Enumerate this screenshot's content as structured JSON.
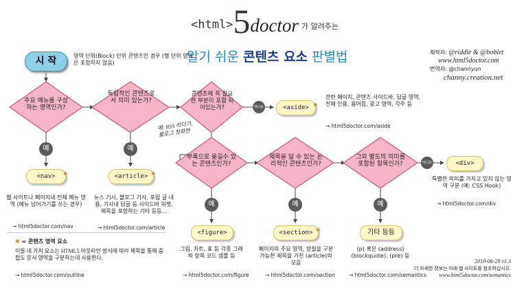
{
  "header": {
    "logo_html": "<html>",
    "logo_five": "5",
    "logo_doctor": "doctor",
    "logo_suffix": "가 알려주는",
    "title_plain": "알기 쉬운",
    "title_bold": "콘텐츠 요소",
    "title_end": "판별법"
  },
  "credits": {
    "author_label": "제작자:",
    "authors": "@riddle & @boblet",
    "author_site": "www.html5doctor.com",
    "translator_label": "번역자:",
    "translator": "@channyun",
    "translator_site": "channy.creation.net"
  },
  "start": {
    "label": "시 작",
    "note": "영역 단위(Block) 단위 콘텐츠인 경우 (행 단위 영역은 포함하지 않음)"
  },
  "yes_label": "예",
  "no_label": "아니오",
  "decisions": {
    "d1": "주요 메뉴를 구성하는 영역인가?",
    "d2": "독립적인 콘텐츠로서 의미 있는가?",
    "d3": "콘텐츠에 꼭 필요한 부분이 포함 되어있는가?",
    "d4": "부록으로 옮길수 있는 콘텐츠인가?",
    "d5": "제목을 달 수 있는 논리적인 콘텐츠인가?",
    "d6": "그외 별도의 의미를 포함된 항목인가?"
  },
  "rss_note": "예: RSS 리더기, 블로그 첫화면",
  "results": {
    "nav": {
      "tag": "<nav>",
      "desc": "웹 사이트나 페이지내 전체 메뉴 영역 (메뉴 넘어가기를 쓰는 경우)",
      "link": "→ html5doctor.com/nav"
    },
    "article": {
      "tag": "<article>",
      "desc": "뉴스 기사, 블로그 기사, 포럼 글 내용, 기사내 답글 등 사이드바 위젯, 제목을 포함하는 기타 등등...",
      "link": "→ html5doctor.com/article"
    },
    "aside": {
      "tag": "<aside>",
      "desc": "관련 페이지, 콘텐츠 사이드바, 답글 영역, 전체 인용, 용어집, 광고 영역, 각주 등",
      "link": "→ html5doctor.com/aside"
    },
    "figure": {
      "tag": "<figure>",
      "desc": "그림, 차트, 표 등 각종 그래픽 항목 코드 샘플 등",
      "link": "→ html5doctor.com/figure"
    },
    "section": {
      "tag": "<section>",
      "desc": "페이지의 주요 영역, 장절을 구분 가능한 제목을 가진 (article)의 모음",
      "link": "→ html5doctor.com/section"
    },
    "etc": {
      "tag": "기타 등등",
      "desc": "(p) 혹은 (address) (blockquote), (pre) 등",
      "link": "→ html5doctor.com/semantics"
    },
    "div": {
      "tag": "<div>",
      "desc": "특별한 의미를 가지고 있지 않는 영역 구분 (예: CSS Hook)",
      "link": "→ html5doctor.com/div"
    }
  },
  "legend": {
    "title": "= 콘텐츠 영역 요소",
    "text": "이들 네 가지 요소는 HTML5 아웃라인 방식에 따라 제목을 통해 중첩도 문서 영역을 구분하는데 사용한다.",
    "link": "→ html5doctor.com/outline"
  },
  "footer": {
    "version": "2010-06-29 v1.3",
    "note": "더 자세한 정보는 아래 웹 사이트를 참조하십시오.",
    "site": "www.html5doctor.com/semantics"
  },
  "colors": {
    "diamond_fill": "#f7b6c7",
    "diamond_stroke": "#cc5577",
    "start_fill": "#8fd0e8",
    "tag_fill": "#fff6c7",
    "accent_blue": "#1d88c4",
    "title_navy": "#1a3a8a"
  }
}
